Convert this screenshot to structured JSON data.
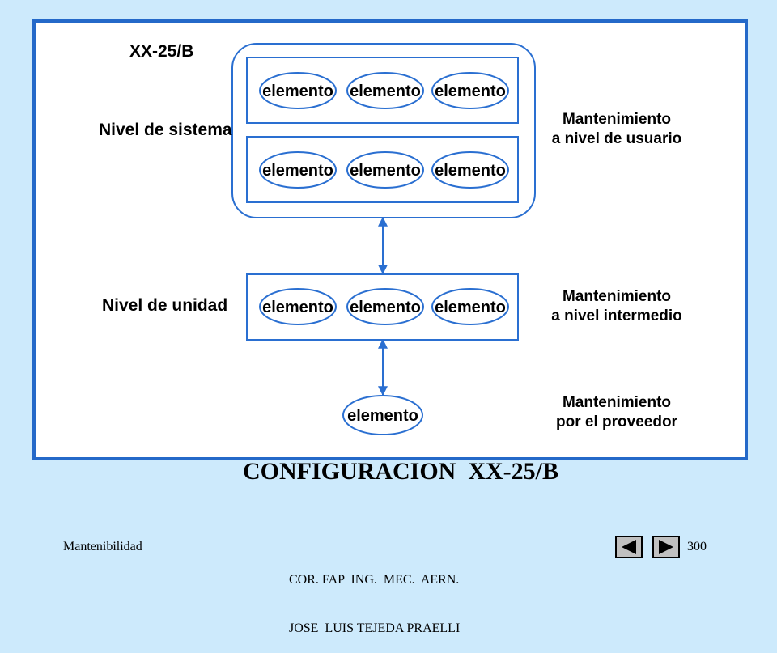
{
  "diagram": {
    "config_label": "XX-25/B",
    "levels": {
      "system": "Nivel de sistema",
      "unit": "Nivel de unidad"
    },
    "maintenance": {
      "user": [
        "Mantenimiento",
        "a nivel de usuario"
      ],
      "intermediate": [
        "Mantenimiento",
        "a nivel intermedio"
      ],
      "provider": [
        "Mantenimiento",
        "por el proveedor"
      ]
    },
    "element_label": "elemento"
  },
  "title": "CONFIGURACION  XX-25/B",
  "footer": {
    "left": "Mantenibilidad",
    "center_line1": "COR. FAP  ING.  MEC.  AERN.",
    "center_line2": "JOSE  LUIS TEJEDA PRAELLI",
    "page_number": "300"
  },
  "nav": {
    "prev_icon": "triangle-left-icon",
    "next_icon": "triangle-right-icon"
  },
  "colors": {
    "background": "#cdeafc",
    "frame": "#2469c9",
    "diagram_line": "#2a6fd1"
  }
}
